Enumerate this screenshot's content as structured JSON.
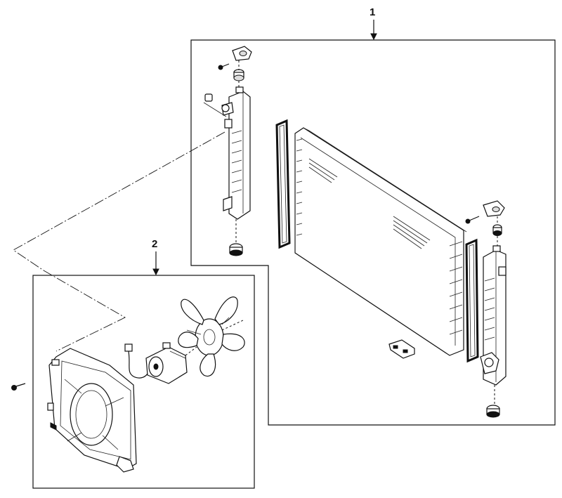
{
  "diagram": {
    "callouts": [
      {
        "id": "1",
        "label": "1"
      },
      {
        "id": "2",
        "label": "2"
      }
    ],
    "groups": [
      {
        "callout": "1",
        "contents": [
          "radiator-core",
          "left-tank",
          "right-tank",
          "seal-strips",
          "caps",
          "mount-bushings",
          "drain-plugs",
          "bracket"
        ]
      },
      {
        "callout": "2",
        "contents": [
          "fan-shroud",
          "fan-motor",
          "fan-blade",
          "wire-harness",
          "screw"
        ]
      }
    ]
  }
}
